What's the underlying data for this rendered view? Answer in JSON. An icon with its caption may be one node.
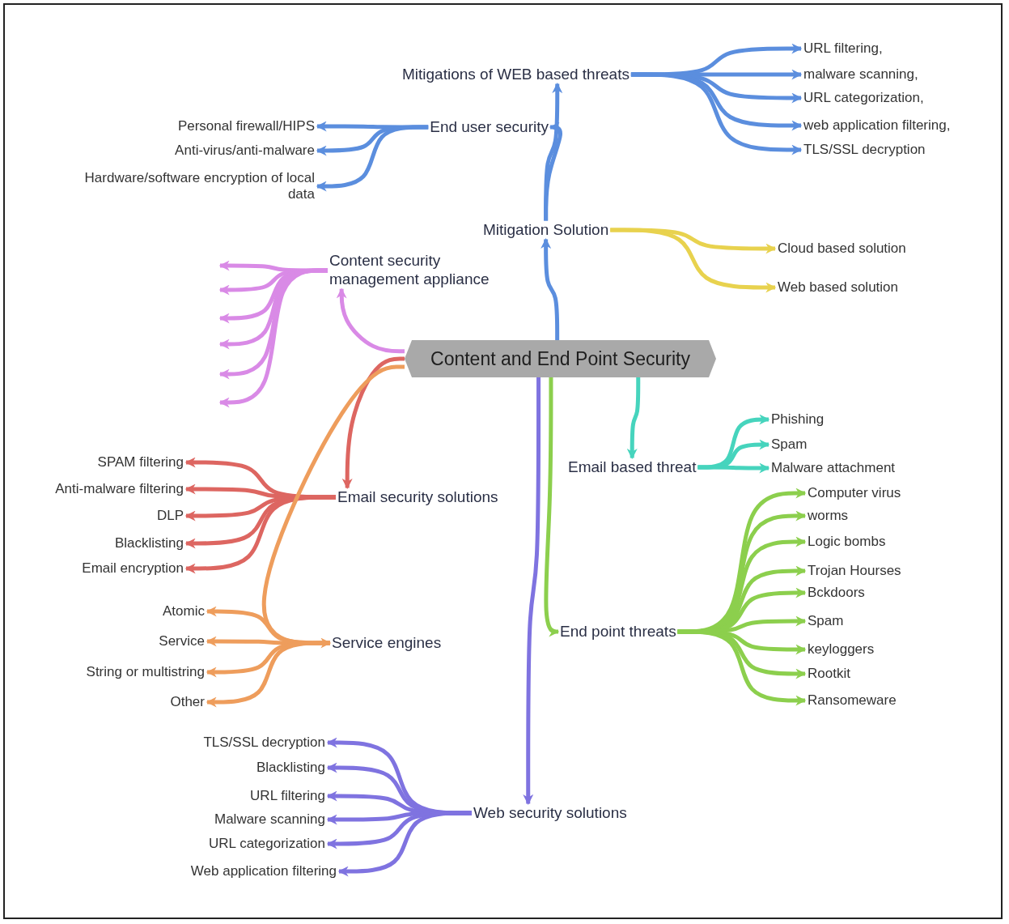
{
  "diagram": {
    "nodes": [
      {
        "text": [
          "Content and End Point Security"
        ]
      },
      {
        "text": [
          "Mitigation Solution"
        ]
      },
      {
        "text": [
          "End user security"
        ]
      },
      {
        "text": [
          "Personal firewall/HIPS"
        ]
      },
      {
        "text": [
          "Anti-virus/anti-malware"
        ]
      },
      {
        "text": [
          "Hardware/software encryption of local data"
        ]
      },
      {
        "text": [
          "Mitigations of WEB based threats"
        ]
      },
      {
        "text": [
          "URL filtering,"
        ]
      },
      {
        "text": [
          "malware scanning,"
        ]
      },
      {
        "text": [
          "URL categorization,"
        ]
      },
      {
        "text": [
          "web application filtering,"
        ]
      },
      {
        "text": [
          "TLS/SSL decryption"
        ]
      },
      {
        "text": [
          "Cloud based solution"
        ]
      },
      {
        "text": [
          "Web based solution"
        ]
      },
      {
        "text": [
          "Content security management appliance"
        ]
      },
      {
        "text": [
          "Email security solutions"
        ]
      },
      {
        "text": [
          "SPAM filtering"
        ]
      },
      {
        "text": [
          "Anti-malware filtering"
        ]
      },
      {
        "text": [
          "DLP"
        ]
      },
      {
        "text": [
          "Blacklisting"
        ]
      },
      {
        "text": [
          "Email encryption"
        ]
      },
      {
        "text": [
          "Service engines"
        ]
      },
      {
        "text": [
          "Atomic"
        ]
      },
      {
        "text": [
          "Service"
        ]
      },
      {
        "text": [
          "String or multistring"
        ]
      },
      {
        "text": [
          "Other"
        ]
      },
      {
        "text": [
          "Email based threat"
        ]
      },
      {
        "text": [
          "Phishing"
        ]
      },
      {
        "text": [
          "Spam"
        ]
      },
      {
        "text": [
          "Malware attachment"
        ]
      },
      {
        "text": [
          "End point threats"
        ]
      },
      {
        "text": [
          "Computer virus"
        ]
      },
      {
        "text": [
          "worms"
        ]
      },
      {
        "text": [
          "Logic bombs"
        ]
      },
      {
        "text": [
          "Trojan Hourses"
        ]
      },
      {
        "text": [
          "Bckdoors"
        ]
      },
      {
        "text": [
          "Spam"
        ]
      },
      {
        "text": [
          "keyloggers"
        ]
      },
      {
        "text": [
          "Rootkit"
        ]
      },
      {
        "text": [
          "Ransomeware"
        ]
      },
      {
        "text": [
          "Web security solutions"
        ]
      },
      {
        "text": [
          "TLS/SSL decryption"
        ]
      },
      {
        "text": [
          "Blacklisting"
        ]
      },
      {
        "text": [
          "URL filtering"
        ]
      },
      {
        "text": [
          "Malware scanning"
        ]
      },
      {
        "text": [
          "URL categorization"
        ]
      },
      {
        "text": [
          "Web application filtering"
        ]
      }
    ],
    "edges": [
      {
        "from": 0,
        "to": 1,
        "arrow": "to",
        "color": "#5b8ede"
      },
      {
        "from": 1,
        "to": 2,
        "arrow": "to",
        "color": "#5b8ede"
      },
      {
        "from": 2,
        "to": 3,
        "arrow": "to",
        "color": "#5b8ede"
      },
      {
        "from": 2,
        "to": 4,
        "arrow": "to",
        "color": "#5b8ede"
      },
      {
        "from": 2,
        "to": 5,
        "arrow": "to",
        "color": "#5b8ede"
      },
      {
        "from": 1,
        "to": 6,
        "arrow": "to",
        "color": "#5b8ede"
      },
      {
        "from": 6,
        "to": 7,
        "arrow": "to",
        "color": "#5b8ede"
      },
      {
        "from": 6,
        "to": 8,
        "arrow": "to",
        "color": "#5b8ede"
      },
      {
        "from": 6,
        "to": 9,
        "arrow": "to",
        "color": "#5b8ede"
      },
      {
        "from": 6,
        "to": 10,
        "arrow": "to",
        "color": "#5b8ede"
      },
      {
        "from": 6,
        "to": 11,
        "arrow": "to",
        "color": "#5b8ede"
      },
      {
        "from": 1,
        "to": 12,
        "arrow": "to",
        "color": "#e8d24e"
      },
      {
        "from": 1,
        "to": 13,
        "arrow": "to",
        "color": "#e8d24e"
      },
      {
        "from": 0,
        "to": 14,
        "arrow": "to",
        "color": "#d98ae6"
      },
      {
        "from": 14,
        "to": null,
        "arrow": "to",
        "color": "#d98ae6"
      },
      {
        "from": 14,
        "to": null,
        "arrow": "to",
        "color": "#d98ae6"
      },
      {
        "from": 14,
        "to": null,
        "arrow": "to",
        "color": "#d98ae6"
      },
      {
        "from": 14,
        "to": null,
        "arrow": "to",
        "color": "#d98ae6"
      },
      {
        "from": 14,
        "to": null,
        "arrow": "to",
        "color": "#d98ae6"
      },
      {
        "from": 14,
        "to": null,
        "arrow": "to",
        "color": "#d98ae6"
      },
      {
        "from": 0,
        "to": 15,
        "arrow": "to",
        "color": "#dd6661"
      },
      {
        "from": 15,
        "to": 16,
        "arrow": "to",
        "color": "#dd6661"
      },
      {
        "from": 15,
        "to": 17,
        "arrow": "to",
        "color": "#dd6661"
      },
      {
        "from": 15,
        "to": 18,
        "arrow": "to",
        "color": "#dd6661"
      },
      {
        "from": 15,
        "to": 19,
        "arrow": "to",
        "color": "#dd6661"
      },
      {
        "from": 15,
        "to": 20,
        "arrow": "to",
        "color": "#dd6661"
      },
      {
        "from": 0,
        "to": 21,
        "arrow": "to",
        "color": "#ee9d5c"
      },
      {
        "from": 21,
        "to": 22,
        "arrow": "to",
        "color": "#ee9d5c"
      },
      {
        "from": 21,
        "to": 23,
        "arrow": "to",
        "color": "#ee9d5c"
      },
      {
        "from": 21,
        "to": 24,
        "arrow": "to",
        "color": "#ee9d5c"
      },
      {
        "from": 21,
        "to": 25,
        "arrow": "to",
        "color": "#ee9d5c"
      },
      {
        "from": 0,
        "to": 26,
        "arrow": "to",
        "color": "#46d4bd"
      },
      {
        "from": 26,
        "to": 27,
        "arrow": "to",
        "color": "#46d4bd"
      },
      {
        "from": 26,
        "to": 28,
        "arrow": "to",
        "color": "#46d4bd"
      },
      {
        "from": 26,
        "to": 29,
        "arrow": "to",
        "color": "#46d4bd"
      },
      {
        "from": 0,
        "to": 30,
        "arrow": "to",
        "color": "#8ccf4d"
      },
      {
        "from": 30,
        "to": 31,
        "arrow": "to",
        "color": "#8ccf4d"
      },
      {
        "from": 30,
        "to": 32,
        "arrow": "to",
        "color": "#8ccf4d"
      },
      {
        "from": 30,
        "to": 33,
        "arrow": "to",
        "color": "#8ccf4d"
      },
      {
        "from": 30,
        "to": 34,
        "arrow": "to",
        "color": "#8ccf4d"
      },
      {
        "from": 30,
        "to": 35,
        "arrow": "to",
        "color": "#8ccf4d"
      },
      {
        "from": 30,
        "to": 36,
        "arrow": "to",
        "color": "#8ccf4d"
      },
      {
        "from": 30,
        "to": 37,
        "arrow": "to",
        "color": "#8ccf4d"
      },
      {
        "from": 30,
        "to": 38,
        "arrow": "to",
        "color": "#8ccf4d"
      },
      {
        "from": 30,
        "to": 39,
        "arrow": "to",
        "color": "#8ccf4d"
      },
      {
        "from": 0,
        "to": 40,
        "arrow": "to",
        "color": "#7f73e0"
      },
      {
        "from": 40,
        "to": 41,
        "arrow": "to",
        "color": "#7f73e0"
      },
      {
        "from": 40,
        "to": 42,
        "arrow": "to",
        "color": "#7f73e0"
      },
      {
        "from": 40,
        "to": 43,
        "arrow": "to",
        "color": "#7f73e0"
      },
      {
        "from": 40,
        "to": 44,
        "arrow": "to",
        "color": "#7f73e0"
      },
      {
        "from": 40,
        "to": 45,
        "arrow": "to",
        "color": "#7f73e0"
      },
      {
        "from": 40,
        "to": 46,
        "arrow": "to",
        "color": "#7f73e0"
      }
    ]
  }
}
